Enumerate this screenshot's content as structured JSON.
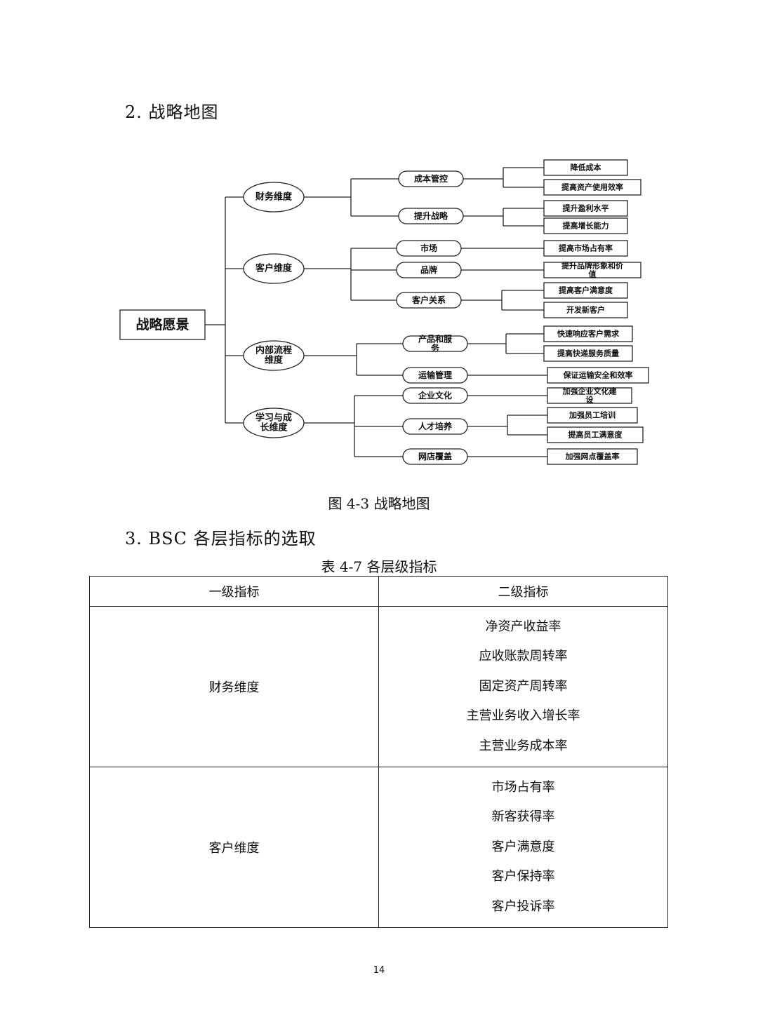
{
  "section2": {
    "heading": "2.  战略地图"
  },
  "strategy_map": {
    "root": "战略愿景",
    "dimensions": [
      {
        "label": [
          "财务维度"
        ],
        "strategies": [
          {
            "label": [
              "成本管控"
            ],
            "goals": [
              [
                "降低成本"
              ],
              [
                "提高资产使用效率"
              ]
            ]
          },
          {
            "label": [
              "提升战略"
            ],
            "goals": [
              [
                "提升盈利水平"
              ],
              [
                "提高增长能力"
              ]
            ]
          }
        ]
      },
      {
        "label": [
          "客户维度"
        ],
        "strategies": [
          {
            "label": [
              "市场"
            ],
            "goals": [
              [
                "提高市场占有率"
              ]
            ]
          },
          {
            "label": [
              "品牌"
            ],
            "goals": [
              [
                "提升品牌形象和价",
                "值"
              ]
            ]
          },
          {
            "label": [
              "客户关系"
            ],
            "goals": [
              [
                "提高客户满意度"
              ],
              [
                "开发新客户"
              ]
            ]
          }
        ]
      },
      {
        "label": [
          "内部流程",
          "维度"
        ],
        "strategies": [
          {
            "label": [
              "产品和服",
              "务"
            ],
            "goals": [
              [
                "快速响应客户需求"
              ],
              [
                "提高快递服务质量"
              ]
            ]
          },
          {
            "label": [
              "运输管理"
            ],
            "goals": [
              [
                "保证运输安全和效率"
              ]
            ]
          }
        ]
      },
      {
        "label": [
          "学习与成",
          "长维度"
        ],
        "strategies": [
          {
            "label": [
              "企业文化"
            ],
            "goals": [
              [
                "加强企业文化建",
                "设"
              ]
            ]
          },
          {
            "label": [
              "人才培养"
            ],
            "goals": [
              [
                "加强员工培训"
              ],
              [
                "提高员工满意度"
              ]
            ]
          },
          {
            "label": [
              "网店覆盖"
            ],
            "goals": [
              [
                "加强网点覆盖率"
              ]
            ]
          }
        ]
      }
    ]
  },
  "figure_caption": "图 4-3 战略地图",
  "section3": {
    "heading": "3. BSC 各层指标的选取"
  },
  "table_caption": "表 4-7 各层级指标",
  "table": {
    "headers": [
      "一级指标",
      "二级指标"
    ],
    "rows": [
      {
        "level1": "财务维度",
        "level2": [
          "净资产收益率",
          "应收账款周转率",
          "固定资产周转率",
          "主营业务收入增长率",
          "主营业务成本率"
        ]
      },
      {
        "level1": "客户维度",
        "level2": [
          "市场占有率",
          "新客获得率",
          "客户满意度",
          "客户保持率",
          "客户投诉率"
        ]
      }
    ]
  },
  "page_number": "14"
}
